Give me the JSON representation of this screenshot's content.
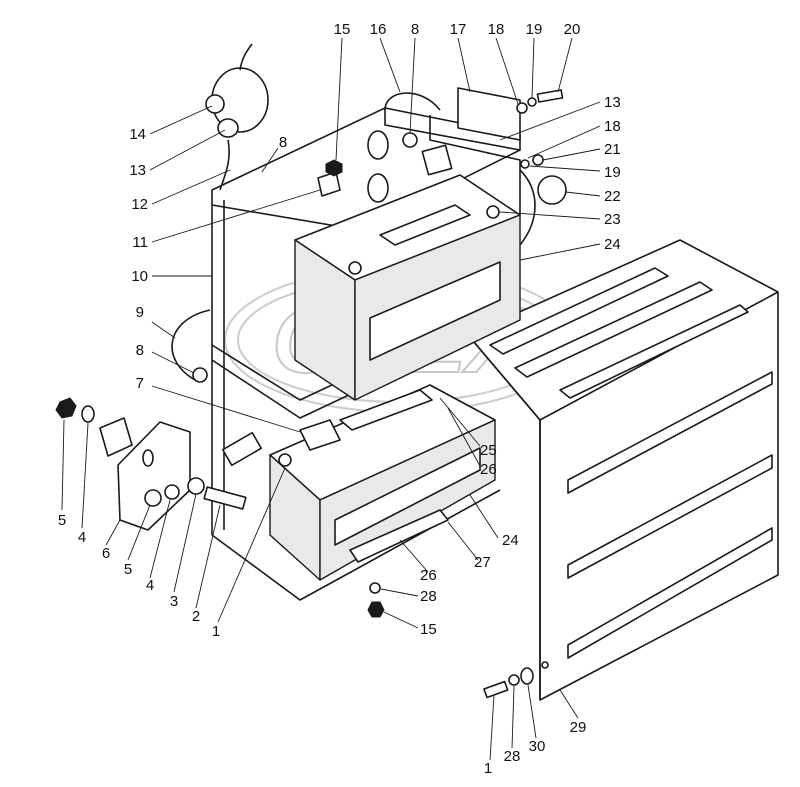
{
  "diagram": {
    "watermark": "OPEX",
    "callouts": [
      {
        "text": "15"
      },
      {
        "text": "16"
      },
      {
        "text": "8"
      },
      {
        "text": "17"
      },
      {
        "text": "18"
      },
      {
        "text": "19"
      },
      {
        "text": "20"
      },
      {
        "text": "13"
      },
      {
        "text": "18"
      },
      {
        "text": "21"
      },
      {
        "text": "19"
      },
      {
        "text": "22"
      },
      {
        "text": "23"
      },
      {
        "text": "24"
      },
      {
        "text": "14"
      },
      {
        "text": "13"
      },
      {
        "text": "8"
      },
      {
        "text": "12"
      },
      {
        "text": "11"
      },
      {
        "text": "10"
      },
      {
        "text": "9"
      },
      {
        "text": "8"
      },
      {
        "text": "7"
      },
      {
        "text": "25"
      },
      {
        "text": "26"
      },
      {
        "text": "24"
      },
      {
        "text": "27"
      },
      {
        "text": "26"
      },
      {
        "text": "28"
      },
      {
        "text": "15"
      },
      {
        "text": "5"
      },
      {
        "text": "4"
      },
      {
        "text": "6"
      },
      {
        "text": "5"
      },
      {
        "text": "4"
      },
      {
        "text": "3"
      },
      {
        "text": "2"
      },
      {
        "text": "1"
      },
      {
        "text": "29"
      },
      {
        "text": "1"
      },
      {
        "text": "28"
      },
      {
        "text": "30"
      }
    ]
  }
}
